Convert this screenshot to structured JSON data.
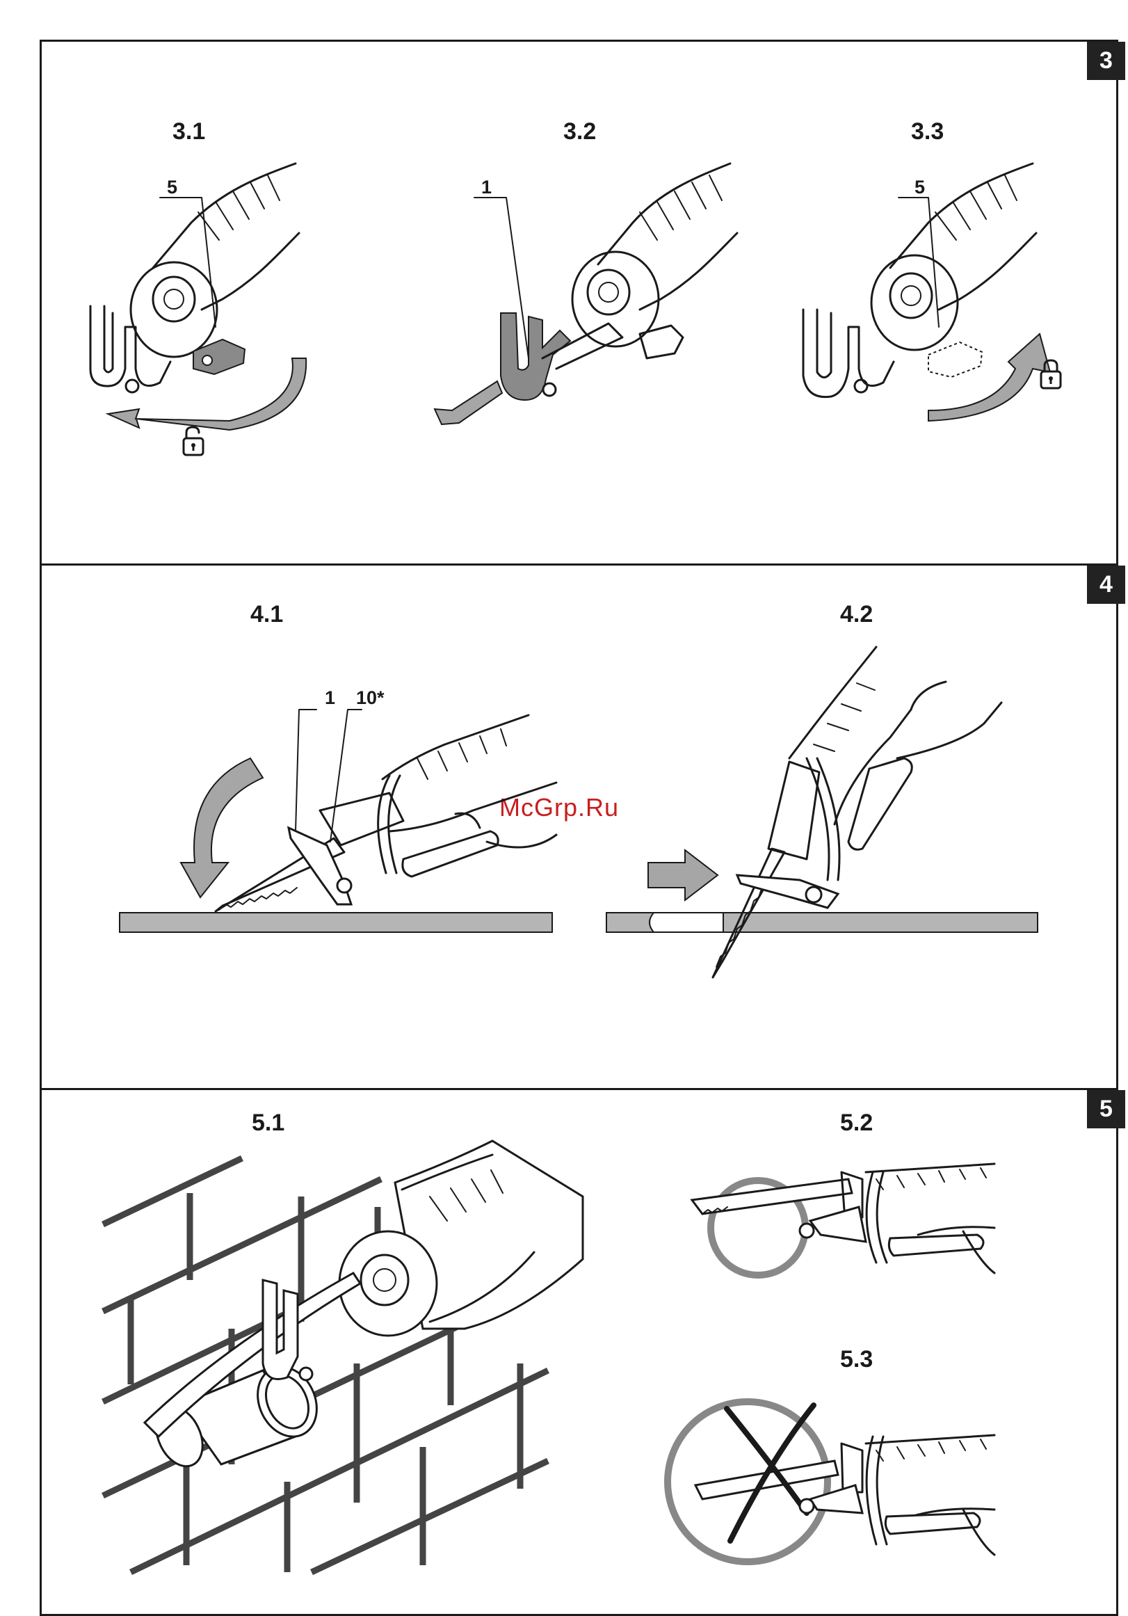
{
  "sections": [
    {
      "badge": "3"
    },
    {
      "badge": "4"
    },
    {
      "badge": "5"
    }
  ],
  "figures": {
    "f31": "3.1",
    "f32": "3.2",
    "f33": "3.3",
    "f41": "4.1",
    "f42": "4.2",
    "f51": "5.1",
    "f52": "5.2",
    "f53": "5.3"
  },
  "callouts": {
    "c31": "5",
    "c32": "1",
    "c33": "5",
    "c41a": "1",
    "c41b": "10*"
  },
  "icons": {
    "unlock": "unlock-icon",
    "lock": "lock-icon"
  },
  "watermark": "McGrp.Ru"
}
